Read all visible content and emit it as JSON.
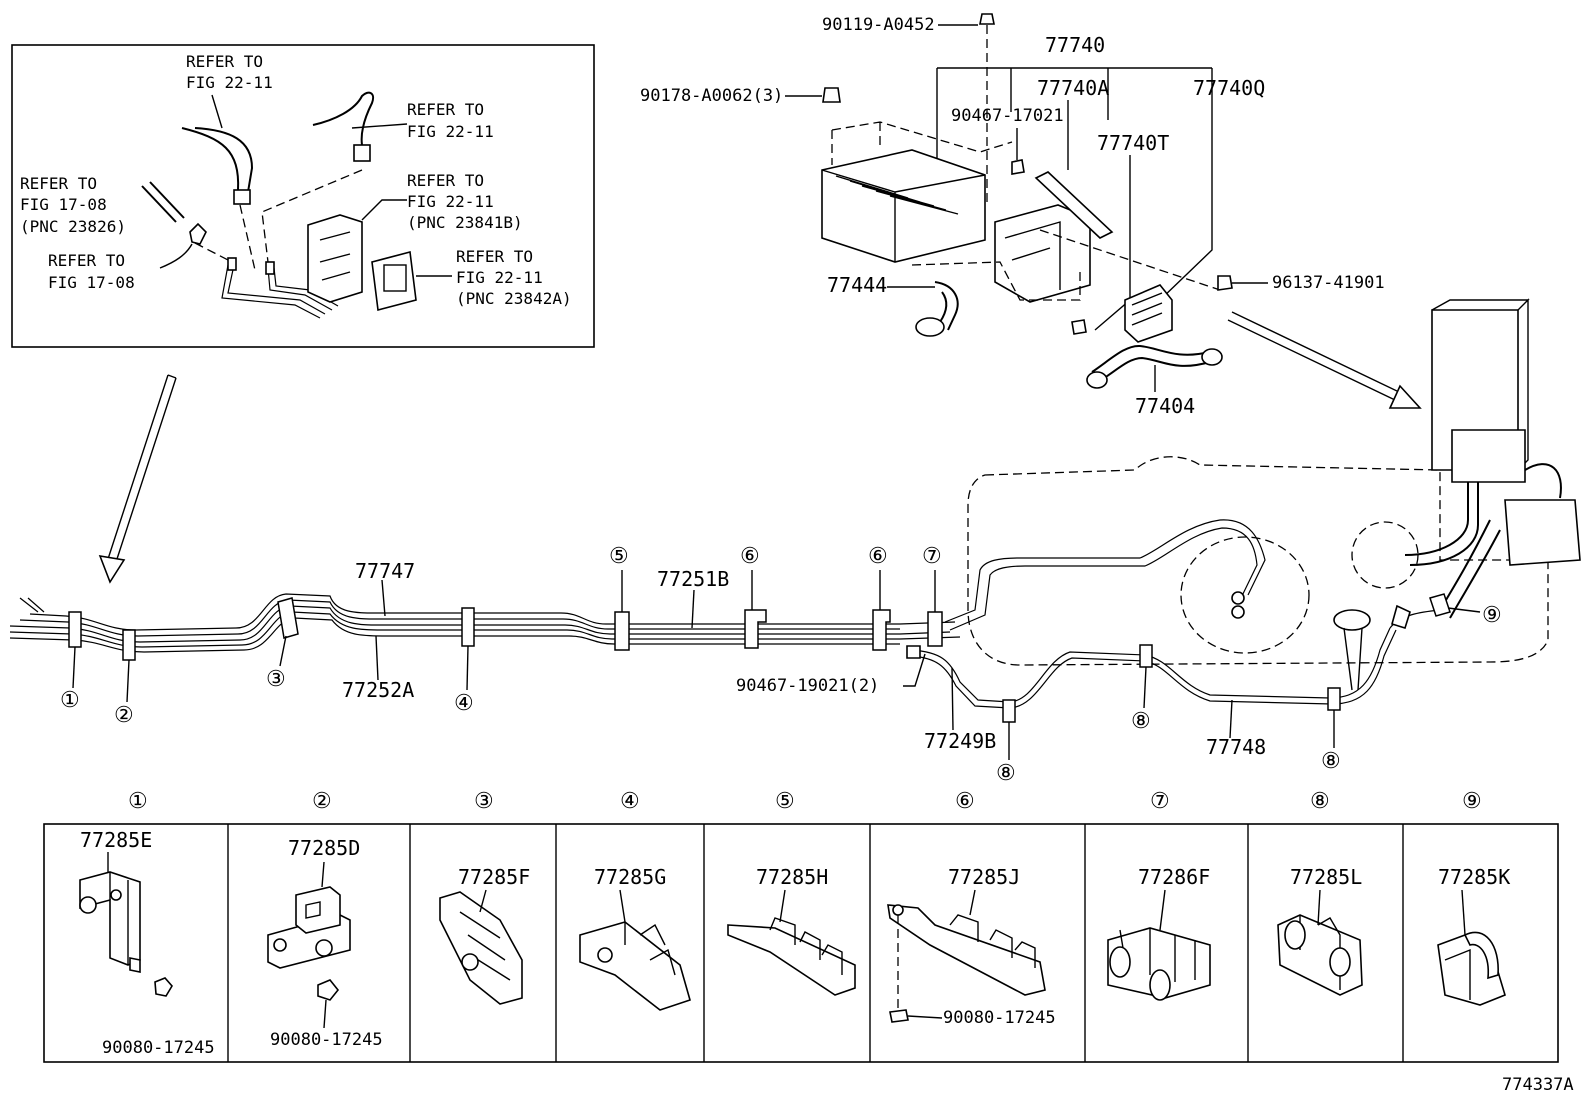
{
  "inset": {
    "refs": [
      {
        "id": "r1",
        "lines": [
          "REFER TO",
          "FIG 22-11"
        ]
      },
      {
        "id": "r2",
        "lines": [
          "REFER TO",
          "FIG 22-11"
        ]
      },
      {
        "id": "r3",
        "lines": [
          "REFER TO",
          "FIG 17-08",
          "(PNC 23826)"
        ]
      },
      {
        "id": "r4",
        "lines": [
          "REFER TO",
          "FIG 22-11",
          "(PNC 23841B)"
        ]
      },
      {
        "id": "r5",
        "lines": [
          "REFER TO",
          "FIG 17-08"
        ]
      },
      {
        "id": "r6",
        "lines": [
          "REFER TO",
          "FIG 22-11",
          "(PNC 23842A)"
        ]
      }
    ]
  },
  "top_labels": {
    "l90119": "90119-A0452",
    "l77740": "77740",
    "l90178": "90178-A0062(3)",
    "l77740A": "77740A",
    "l77740Q": "77740Q",
    "l90467a": "90467-17021",
    "l77740T": "77740T",
    "l77444": "77444",
    "l96137": "96137-41901",
    "l77404": "77404"
  },
  "main_labels": {
    "l77747": "77747",
    "l77252A": "77252A",
    "l77251B": "77251B",
    "l90467b": "90467-19021(2)",
    "l77249B": "77249B",
    "l77748": "77748"
  },
  "callouts": [
    "①",
    "②",
    "③",
    "④",
    "⑤",
    "⑥",
    "⑦",
    "⑧",
    "⑨"
  ],
  "table": {
    "headers": [
      "①",
      "②",
      "③",
      "④",
      "⑤",
      "⑥",
      "⑦",
      "⑧",
      "⑨"
    ],
    "parts": [
      "77285E",
      "77285D",
      "77285F",
      "77285G",
      "77285H",
      "77285J",
      "77286F",
      "77285L",
      "77285K"
    ],
    "bolts": [
      "90080-17245",
      "90080-17245",
      "90080-17245"
    ]
  },
  "figure_id": "774337A"
}
